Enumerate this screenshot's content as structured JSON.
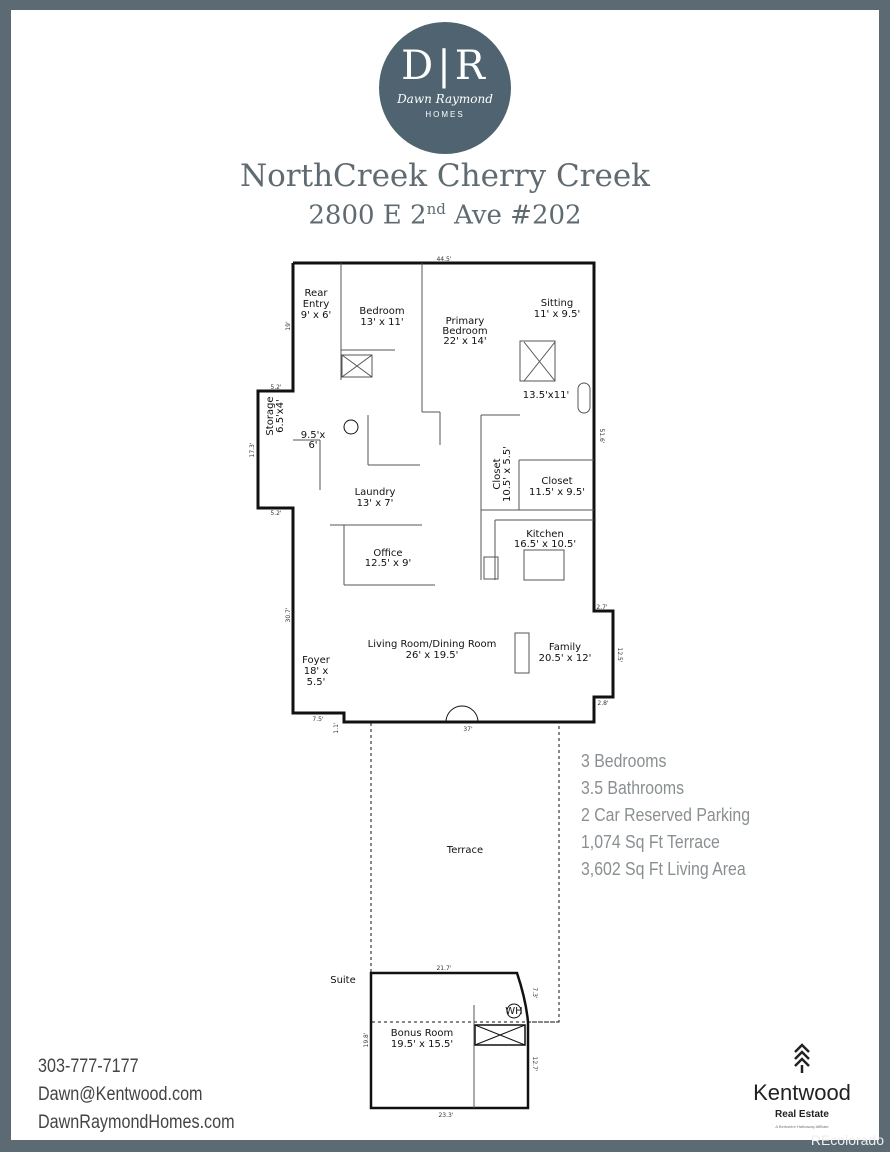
{
  "logo": {
    "monogram": "D|R",
    "script": "Dawn Raymond",
    "sub": "HOMES"
  },
  "title": "NorthCreek Cherry Creek",
  "address": {
    "prefix": "2800 E 2",
    "sup": "nd",
    "suffix": " Ave #202"
  },
  "rooms": {
    "rear_entry": [
      "Rear",
      "Entry",
      "9' x 6'"
    ],
    "bedroom": [
      "Bedroom",
      "13' x 11'"
    ],
    "primary": [
      "Primary",
      "Bedroom",
      "22' x 14'"
    ],
    "sitting": [
      "Sitting",
      "11' x 9.5'"
    ],
    "primary_bath": "13.5'x11'",
    "storage": [
      "Storage",
      "6.5'x4'"
    ],
    "hall": [
      "9.5'x",
      "6'"
    ],
    "laundry": [
      "Laundry",
      "13' x 7'"
    ],
    "closet1": [
      "Closet",
      "10.5' x 5.5'"
    ],
    "closet2": [
      "Closet",
      "11.5' x 9.5'"
    ],
    "kitchen": [
      "Kitchen",
      "16.5' x 10.5'"
    ],
    "office": [
      "Office",
      "12.5' x 9'"
    ],
    "living": [
      "Living Room/Dining Room",
      "26' x 19.5'"
    ],
    "family": [
      "Family",
      "20.5' x 12'"
    ],
    "foyer": [
      "Foyer",
      "18' x",
      "5.5'"
    ],
    "terrace": "Terrace",
    "suite": "Suite",
    "bonus": [
      "Bonus Room",
      "19.5' x 15.5'"
    ],
    "wh": "WH"
  },
  "dimensions": {
    "top": "44.5'",
    "left1": "19'",
    "storage_top": "5.2'",
    "storage_side": "17.3'",
    "storage_bottom": "5.2'",
    "right": "51.6'",
    "left2": "30.7'",
    "right_step": "2.7'",
    "family_side": "12.5'",
    "bottom_step": "2.8'",
    "bottom_left": "7.5'",
    "bottom_left_v": "1.1'",
    "bottom": "37'",
    "suite_top": "21.7'",
    "suite_left": "19.8'",
    "suite_right_top": "7.3'",
    "suite_right": "12.7'",
    "suite_bottom": "23.3'"
  },
  "stats": [
    "3 Bedrooms",
    "3.5 Bathrooms",
    "2 Car Reserved Parking",
    "1,074 Sq Ft Terrace",
    "3,602 Sq Ft Living Area"
  ],
  "contact": {
    "phone": "303-777-7177",
    "email": "Dawn@Kentwood.com",
    "website": "DawnRaymondHomes.com"
  },
  "brand": {
    "name": "Kentwood",
    "sub": "Real Estate",
    "tagline": "A Berkshire Hathaway Affiliate"
  },
  "watermark": "REcolorado",
  "colors": {
    "frame": "#5c6b73",
    "logo": "#4f6470",
    "title": "#5f6b70",
    "stats": "#8a8f91"
  }
}
